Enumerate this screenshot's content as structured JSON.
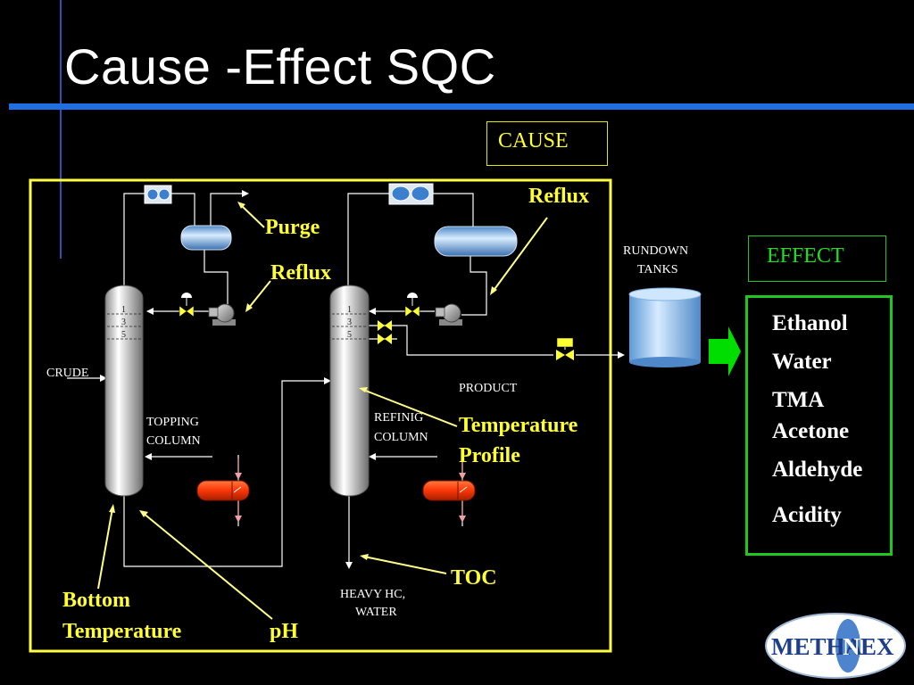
{
  "title": "Cause -Effect SQC",
  "cause_label": "CAUSE",
  "effect_label": "EFFECT",
  "effects": [
    "Ethanol",
    "Water",
    "TMA",
    "Acetone",
    "Aldehyde",
    "Acidity"
  ],
  "diagram": {
    "labels": {
      "crude": "CRUDE",
      "topping_1": "TOPPING",
      "topping_2": "COLUMN",
      "refinig_1": "REFINIG",
      "refinig_2": "COLUMN",
      "product": "PRODUCT",
      "heavy_1": "HEAVY HC,",
      "heavy_2": "WATER",
      "rundown_1": "RUNDOWN",
      "rundown_2": "TANKS",
      "tray_1": "1",
      "tray_3": "3",
      "tray_5": "5"
    },
    "causes": {
      "purge": "Purge",
      "reflux_left": "Reflux",
      "reflux_right": "Reflux",
      "temperature_profile_1": "Temperature",
      "temperature_profile_2": "Profile",
      "toc": "TOC",
      "bottom_temperature_1": "Bottom",
      "bottom_temperature_2": "Temperature",
      "ph": "pH"
    }
  },
  "logo": {
    "left": "METHA",
    "right": "EX",
    "mark": "N"
  },
  "colors": {
    "title": "#ffffff",
    "rule": "#1f6fe0",
    "cause": "#ffff33",
    "effect": "#22dd22",
    "arrow": "#00dd00",
    "heater": "#e83a10",
    "vessel": "#7fb2e0"
  }
}
